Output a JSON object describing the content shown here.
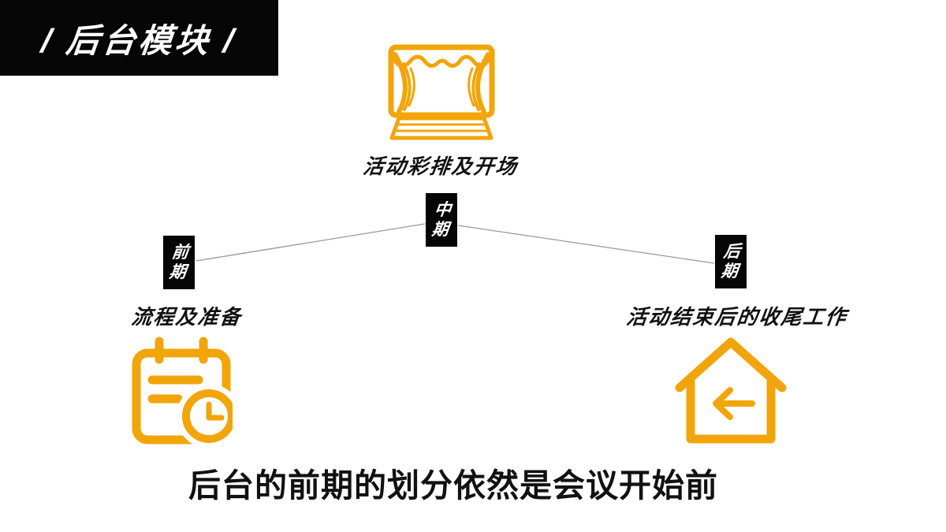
{
  "banner": {
    "title": "/ 后台模块 /"
  },
  "nodes": {
    "top": {
      "phase": "中期",
      "label": "活动彩排及开场",
      "icon": "theater-stage-icon"
    },
    "left": {
      "phase": "前期",
      "label": "流程及准备",
      "icon": "calendar-clock-icon"
    },
    "right": {
      "phase": "后期",
      "label": "活动结束后的收尾工作",
      "icon": "home-return-icon"
    }
  },
  "caption": "后台的前期的划分依然是会议开始前",
  "colors": {
    "accent": "#F2A50A",
    "banner_bg": "#060606",
    "phase_bg": "#060606",
    "connector": "#999999",
    "ink": "#111111"
  }
}
